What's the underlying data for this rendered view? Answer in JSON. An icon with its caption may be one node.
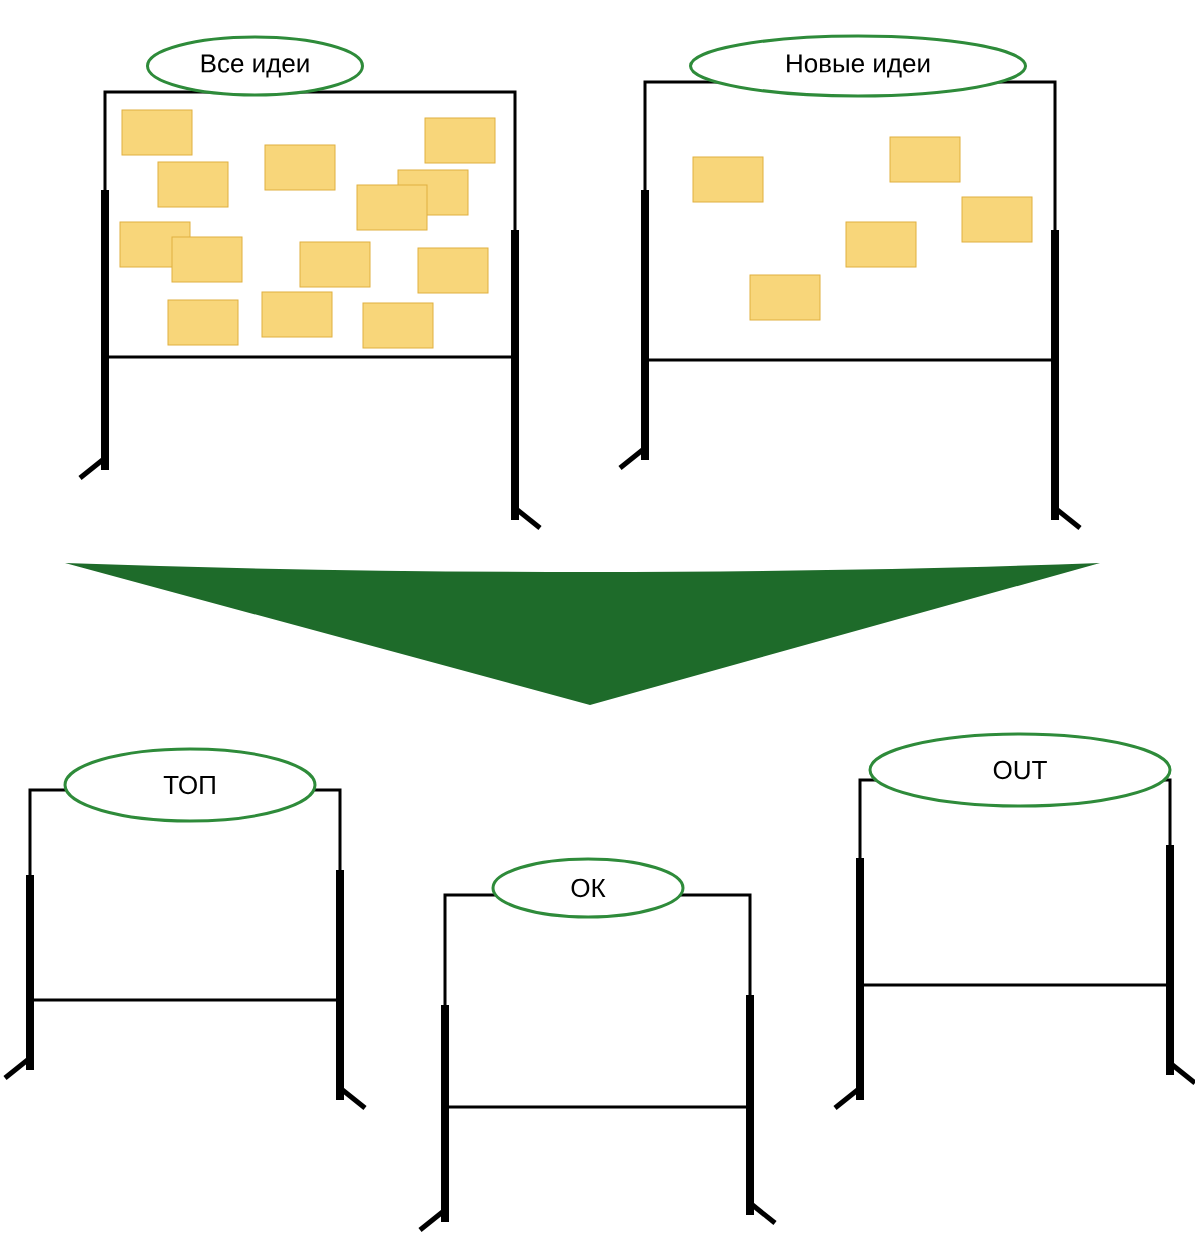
{
  "diagram": {
    "nodes": [
      {
        "text": [
          "Все идеи"
        ]
      },
      {
        "text": [
          "Новые идеи"
        ]
      },
      {
        "text": [
          "ТОП"
        ]
      },
      {
        "text": [
          "ОК"
        ]
      },
      {
        "text": [
          "OUT"
        ]
      }
    ]
  }
}
